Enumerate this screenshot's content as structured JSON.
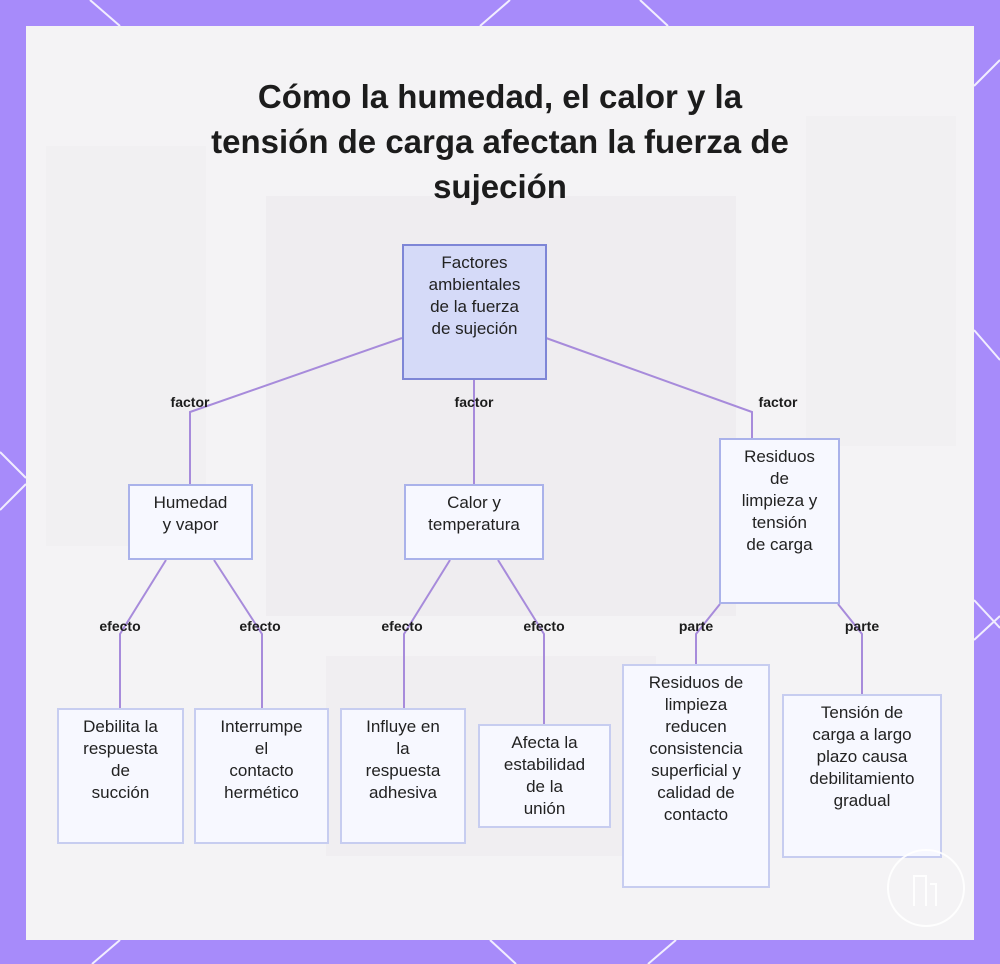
{
  "title": "Cómo la humedad, el calor y la tensión de carga afectan la fuerza de sujeción",
  "colors": {
    "frame": "#a78bfa",
    "edge": "#a78bdb",
    "root_fill": "#d5daf8",
    "node_fill": "#f7f8ff"
  },
  "nodes": {
    "root": "Factores\nambientales\nde la fuerza\nde sujeción",
    "humedad": "Humedad\ny vapor",
    "calor": "Calor y\ntemperatura",
    "residuos": "Residuos\nde\nlimpieza y\ntensión\nde carga",
    "h1": "Debilita la\nrespuesta\nde\nsucción",
    "h2": "Interrumpe\nel\ncontacto\nhermético",
    "c1": "Influye en\nla\nrespuesta\nadhesiva",
    "c2": "Afecta la\nestabilidad\nde la\nunión",
    "r1": "Residuos de\nlimpieza\nreducen\nconsistencia\nsuperficial y\ncalidad de\ncontacto",
    "r2": "Tensión de\ncarga a largo\nplazo causa\ndebilitamiento\ngradual"
  },
  "edge_labels": {
    "factor_1": "factor",
    "factor_2": "factor",
    "factor_3": "factor",
    "efecto_1": "efecto",
    "efecto_2": "efecto",
    "efecto_3": "efecto",
    "efecto_4": "efecto",
    "parte_1": "parte",
    "parte_2": "parte"
  }
}
